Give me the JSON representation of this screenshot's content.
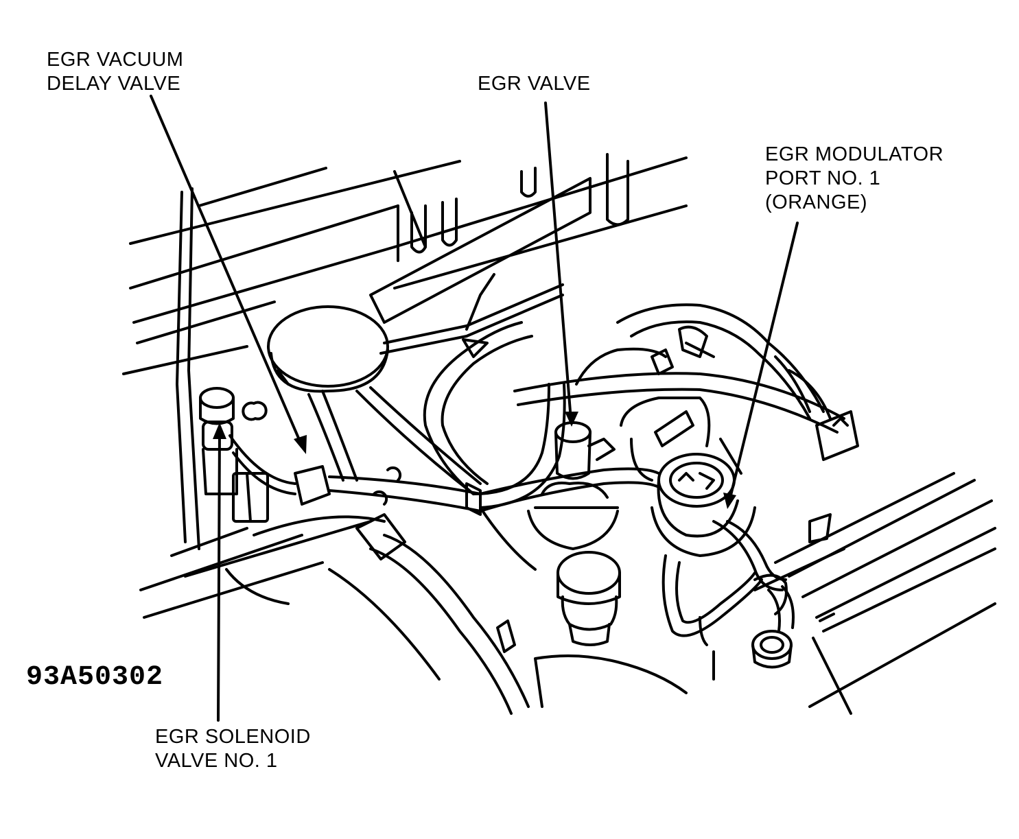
{
  "callouts": {
    "vacuum_delay": {
      "line1": "EGR VACUUM",
      "line2": "DELAY VALVE"
    },
    "egr_valve": {
      "line1": "EGR VALVE"
    },
    "modulator": {
      "line1": "EGR MODULATOR",
      "line2": "PORT NO. 1",
      "line3": "(ORANGE)"
    },
    "solenoid": {
      "line1": "EGR SOLENOID",
      "line2": "VALVE NO. 1"
    }
  },
  "figure_code": "93A50302",
  "colors": {
    "ink": "#000000",
    "paper": "#ffffff"
  }
}
